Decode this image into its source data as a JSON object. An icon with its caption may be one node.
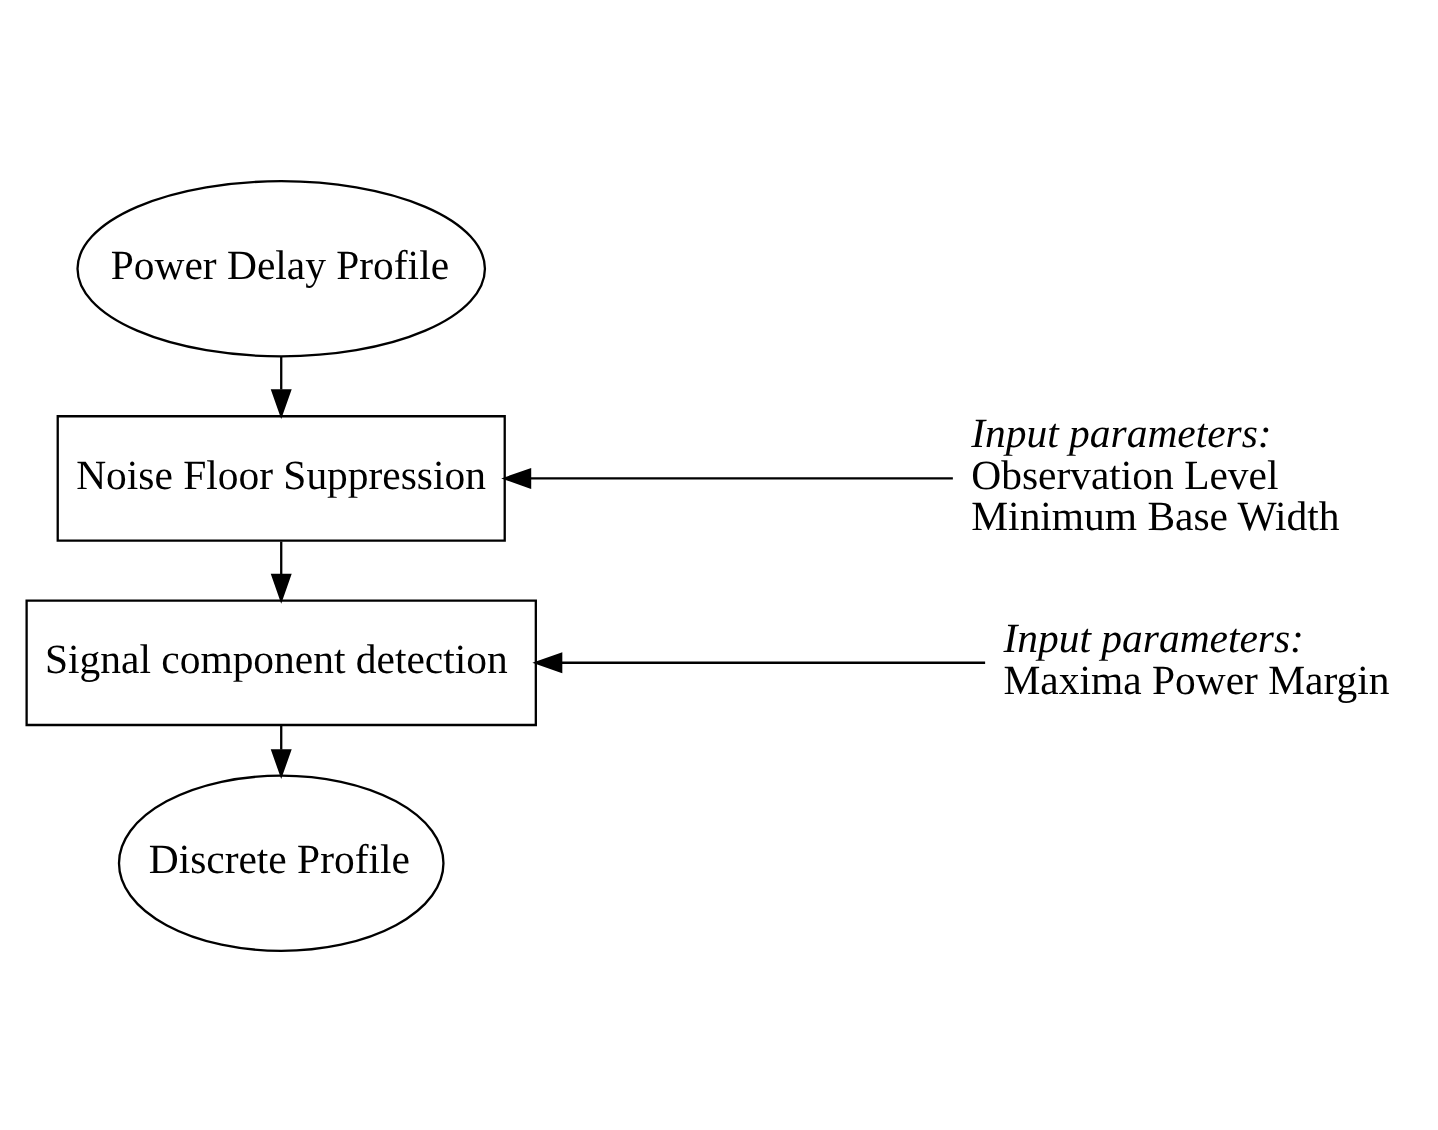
{
  "diagram": {
    "nodes": [
      {
        "text": [
          "Power Delay Profile"
        ]
      },
      {
        "text": [
          "Noise Floor Suppression"
        ]
      },
      {
        "text": [
          "Input parameters:",
          "Observation Level",
          "Minimum Base Width"
        ]
      },
      {
        "text": [
          "Signal component detection"
        ]
      },
      {
        "text": [
          "Input parameters:",
          "Maxima Power Margin"
        ]
      },
      {
        "text": [
          "Discrete Profile"
        ]
      }
    ],
    "edges": [
      {
        "from": 0,
        "to": 1,
        "arrow": "to"
      },
      {
        "from": 2,
        "to": 1,
        "arrow": "to"
      },
      {
        "from": 1,
        "to": 3,
        "arrow": "to"
      },
      {
        "from": 4,
        "to": 3,
        "arrow": "to"
      },
      {
        "from": 3,
        "to": 5,
        "arrow": "to"
      }
    ]
  }
}
